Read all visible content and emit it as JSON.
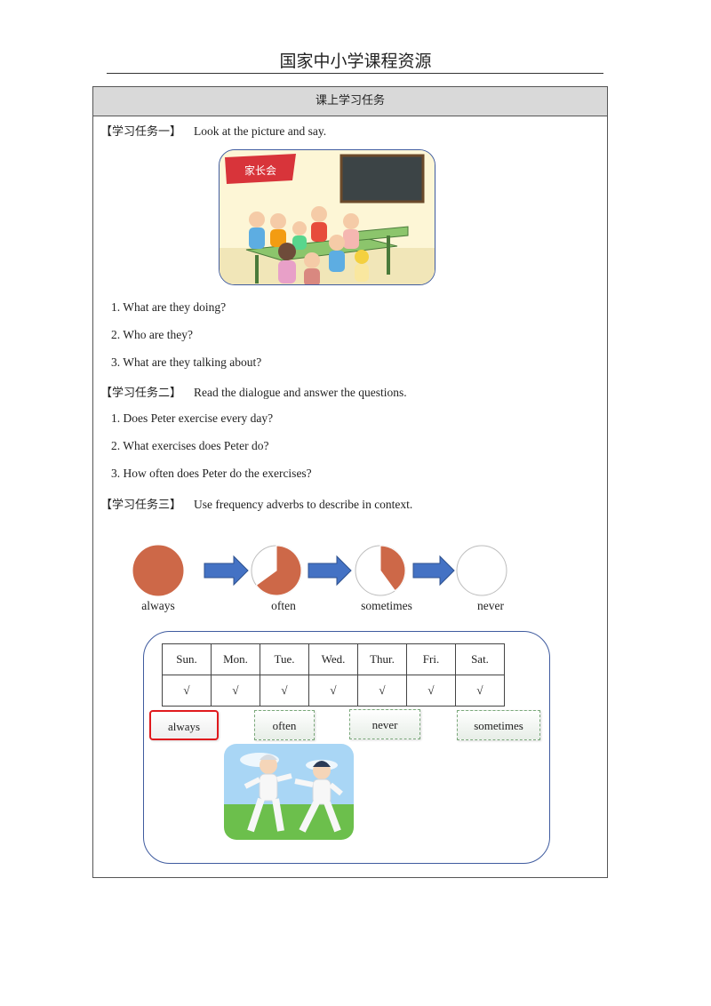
{
  "header": {
    "title": "国家中小学课程资源"
  },
  "table": {
    "heading": "课上学习任务"
  },
  "task1": {
    "label": "【学习任务一】",
    "instruction": "Look at the picture and say.",
    "banner_text": "家长会",
    "questions": [
      "1. What are they doing?",
      "2. Who are they?",
      "3. What are they talking about?"
    ]
  },
  "task2": {
    "label": "【学习任务二】",
    "instruction": "Read the dialogue and answer the questions.",
    "questions": [
      "1. Does Peter exercise every day?",
      "2. What exercises does Peter do?",
      "3. How often does Peter do the exercises?"
    ]
  },
  "task3": {
    "label": "【学习任务三】",
    "instruction": "Use frequency adverbs to describe in context."
  },
  "frequency": {
    "items": [
      {
        "label": "always",
        "fill": 1.0
      },
      {
        "label": "often",
        "fill": 0.65
      },
      {
        "label": "sometimes",
        "fill": 0.4
      },
      {
        "label": "never",
        "fill": 0.0
      }
    ],
    "pie_color": "#cd6848",
    "arrow_color": "#4472c4"
  },
  "week": {
    "days": [
      "Sun.",
      "Mon.",
      "Tue.",
      "Wed.",
      "Thur.",
      "Fri.",
      "Sat."
    ],
    "marks": [
      "√",
      "√",
      "√",
      "√",
      "√",
      "√",
      "√"
    ]
  },
  "word_cards": {
    "always": "always",
    "often": "often",
    "never": "never",
    "sometimes": "sometimes",
    "selected": "always"
  }
}
